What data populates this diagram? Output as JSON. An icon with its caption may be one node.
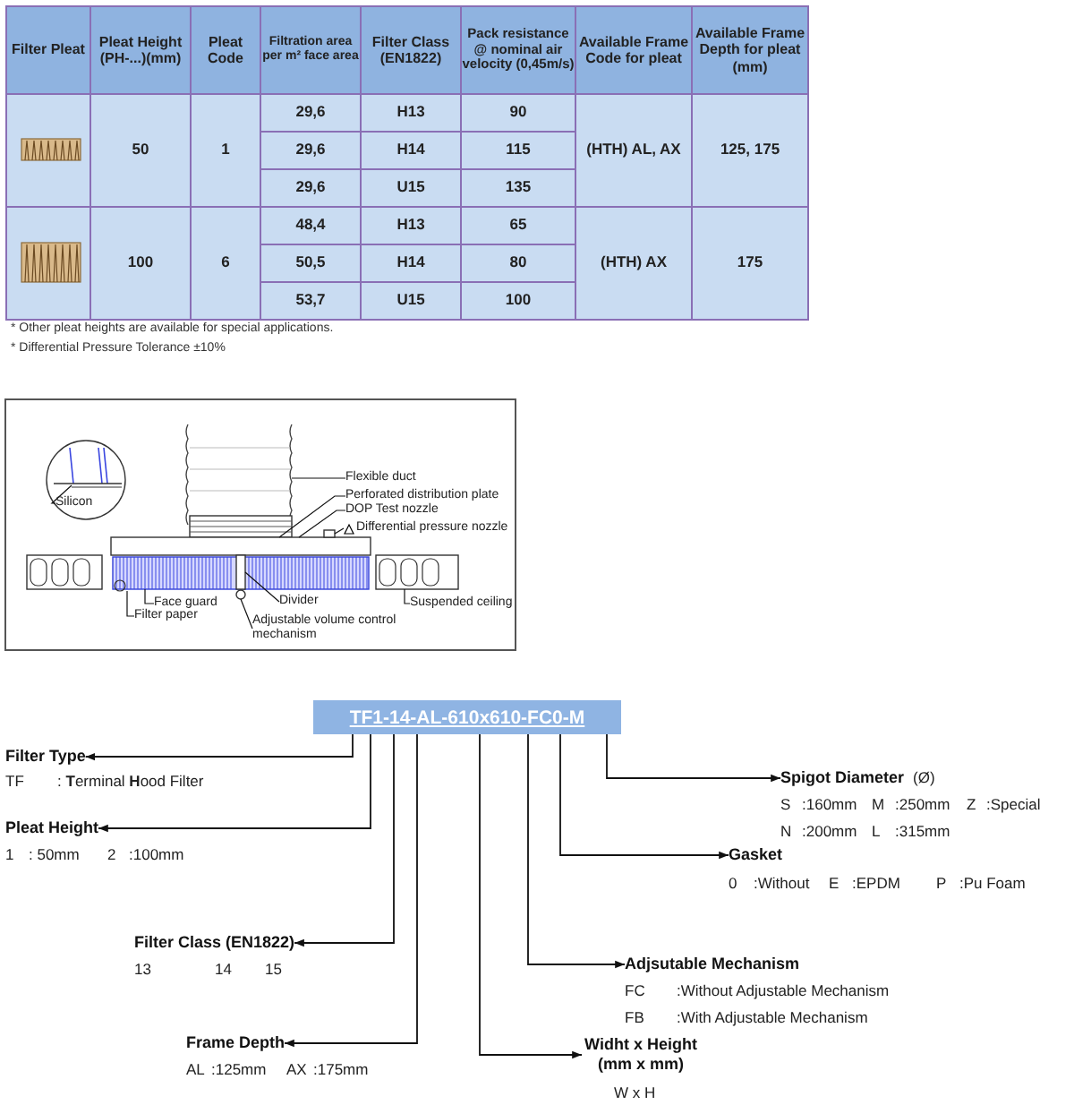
{
  "diagram": {
    "nodes": [
      {
        "text": [
          "Flexible duct"
        ]
      },
      {
        "text": [
          "Perforated distribution plate"
        ]
      },
      {
        "text": [
          "Silicon"
        ]
      },
      {
        "text": [
          "DOP Test nozzle"
        ]
      },
      {
        "text": [
          "Differential pressure nozzle"
        ]
      },
      {
        "text": [
          "Divider"
        ]
      },
      {
        "text": [
          "Face guard"
        ]
      },
      {
        "text": [
          "Suspended ceiling"
        ]
      },
      {
        "text": [
          "Adjustable volume control mechanism"
        ]
      },
      {
        "text": [
          "Filter paper"
        ]
      },
      {
        "text": [
          "TF1-14-AL-610x610-FC0-M"
        ]
      },
      {
        "text": [
          "Filter Type"
        ],
        "beside": [
          "TF",
          ": **T**erminal **H**ood Filter"
        ]
      },
      {
        "text": [
          "Spigot Diameter"
        ],
        "beside": [
          "(Ø)",
          "S",
          ":160mm",
          "M",
          ":250mm",
          "Z",
          ":Special",
          "N",
          ":200mm",
          "L",
          ":315mm"
        ]
      },
      {
        "text": [
          "Pleat Height"
        ],
        "beside": [
          "1",
          ": 50mm",
          "2",
          ":100mm"
        ]
      },
      {
        "text": [
          "Gasket"
        ],
        "beside": [
          "0",
          ":Without",
          "E",
          ":EPDM",
          "P",
          ":Pu Foam"
        ]
      },
      {
        "text": [
          "Filter Class (EN1822)"
        ],
        "beside": [
          "13",
          "14",
          "15"
        ]
      },
      {
        "text": [
          "Adjsutable Mechanism"
        ],
        "beside": [
          "FC",
          ":Without Adjustable Mechanism",
          "FB",
          ":With Adjustable Mechanism"
        ]
      },
      {
        "text": [
          "Frame Depth"
        ],
        "beside": [
          "AL",
          ":125mm",
          "AX",
          ":175mm"
        ]
      },
      {
        "text": [
          "Widht x Height (mm x mm)"
        ],
        "beside": [
          "W x H"
        ]
      },
      {
        "text": [],
        "shape": "bar"
      },
      {
        "text": [],
        "shape": "circle"
      },
      {
        "text": [],
        "shape": "box"
      }
    ],
    "edges": [
      {
        "from": 0,
        "to": null,
        "arrow": "none"
      },
      {
        "from": 1,
        "to": null,
        "arrow": "none"
      },
      {
        "from": 2,
        "to": null,
        "arrow": "none"
      },
      {
        "from": 3,
        "to": null,
        "arrow": "none"
      },
      {
        "from": 4,
        "to": 21,
        "arrow": "none"
      },
      {
        "from": 5,
        "to": 19,
        "arrow": "none"
      },
      {
        "from": 6,
        "to": null,
        "arrow": "none"
      },
      {
        "from": 7,
        "to": null,
        "arrow": "none"
      },
      {
        "from": 8,
        "to": 20,
        "arrow": "none"
      },
      {
        "from": 9,
        "to": null,
        "arrow": "none"
      },
      {
        "from": 10,
        "to": 11,
        "arrow": "to"
      },
      {
        "from": 10,
        "to": 12,
        "arrow": "to"
      },
      {
        "from": 10,
        "to": 13,
        "arrow": "to"
      },
      {
        "from": 10,
        "to": 14,
        "arrow": "to"
      },
      {
        "from": 10,
        "to": 15,
        "arrow": "to"
      },
      {
        "from": 10,
        "to": 16,
        "arrow": "to"
      },
      {
        "from": 10,
        "to": 17,
        "arrow": "to"
      },
      {
        "from": 10,
        "to": 18,
        "arrow": "to"
      }
    ],
    "labels": [
      "Filter Pleat",
      "Pleat Height (PH-...)(mm)",
      "Pleat Code",
      "Filtration area per m² face area",
      "Filter Class (EN1822)",
      "Pack resistance @ nominal air velocity (0,45m/s)",
      "Available Frame Code for pleat",
      "Available Frame Depth for pleat (mm)",
      "29,6",
      "H13",
      "90",
      "50",
      "1",
      "29,6",
      "H14",
      "115",
      "(HTH) AL, AX",
      "125, 175",
      "29,6",
      "U15",
      "135",
      "48,4",
      "H13",
      "65",
      "100",
      "6",
      "50,5",
      "H14",
      "80",
      "(HTH) AX",
      "175",
      "53,7",
      "U15",
      "100",
      "* Other pleat heights are available for special applications.",
      "* Differential Pressure Tolerance ±10%"
    ]
  }
}
